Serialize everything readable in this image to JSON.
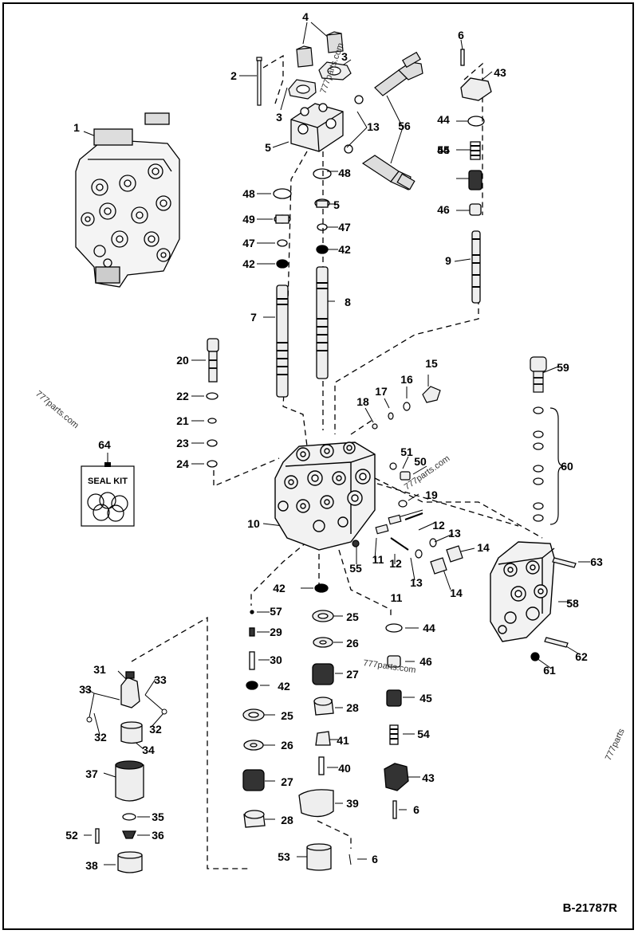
{
  "diagram": {
    "reference_code": "B-21787R",
    "seal_kit_label": "SEAL KIT",
    "watermark": "777parts.com",
    "watermark_short": "777parts",
    "callouts": [
      "1",
      "2",
      "3",
      "3",
      "4",
      "5",
      "5",
      "6",
      "6",
      "6",
      "7",
      "8",
      "9",
      "10",
      "11",
      "11",
      "12",
      "12",
      "13",
      "13",
      "13",
      "14",
      "14",
      "15",
      "16",
      "17",
      "18",
      "19",
      "20",
      "21",
      "22",
      "23",
      "24",
      "25",
      "25",
      "26",
      "26",
      "27",
      "27",
      "28",
      "28",
      "29",
      "30",
      "31",
      "32",
      "32",
      "33",
      "33",
      "34",
      "35",
      "36",
      "37",
      "38",
      "39",
      "40",
      "41",
      "42",
      "42",
      "42",
      "42",
      "43",
      "43",
      "44",
      "44",
      "45",
      "45",
      "46",
      "46",
      "47",
      "47",
      "48",
      "48",
      "49",
      "50",
      "51",
      "52",
      "53",
      "54",
      "54",
      "55",
      "56",
      "57",
      "58",
      "59",
      "60",
      "61",
      "62",
      "63",
      "64"
    ]
  }
}
